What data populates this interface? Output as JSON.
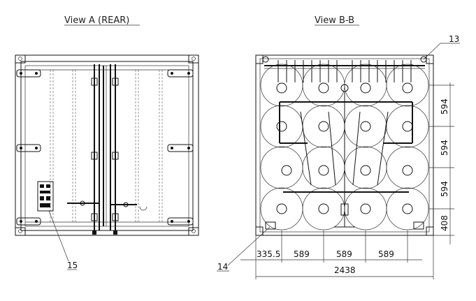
{
  "views": {
    "rear": {
      "title": "View A  (REAR)"
    },
    "section": {
      "title": "View B-B"
    }
  },
  "callouts": {
    "c13": "13",
    "c14": "14",
    "c15": "15"
  },
  "dimensions": {
    "horizontal": [
      "335.5",
      "589",
      "589",
      "589"
    ],
    "overall": "2438",
    "vertical": [
      "594",
      "594",
      "594",
      "408"
    ]
  }
}
